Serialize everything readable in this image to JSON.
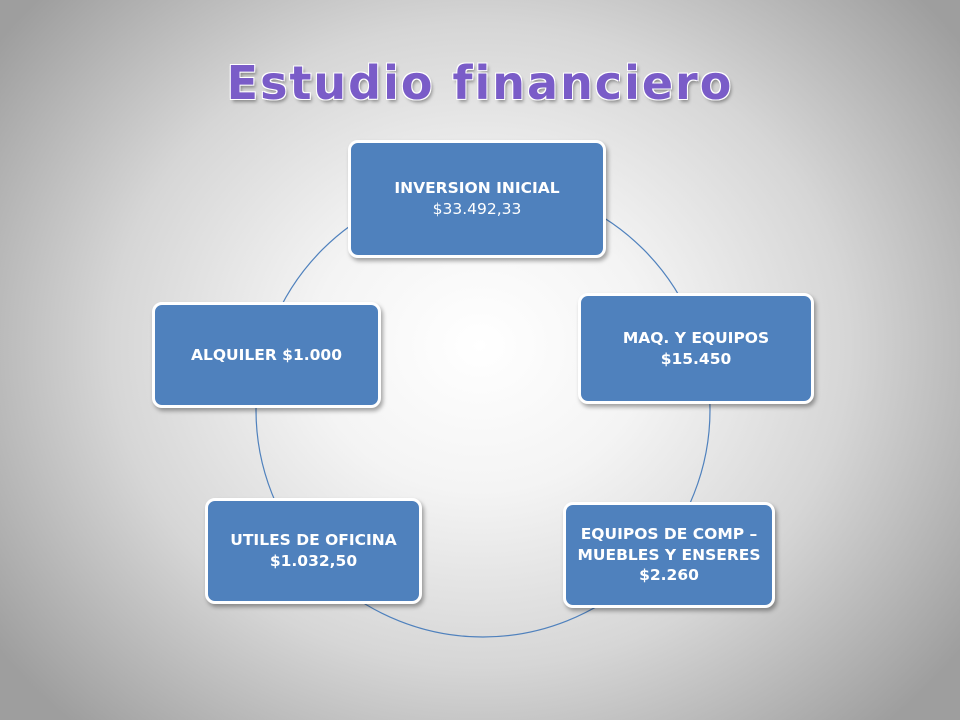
{
  "title": "Estudio financiero",
  "diagram": {
    "type": "cycle",
    "accent_color": "#4f81bd",
    "title_color": "#7a5cc8",
    "nodes": [
      {
        "label": "INVERSION INICIAL",
        "value": "$33.492,33"
      },
      {
        "label": "MAQ. Y EQUIPOS",
        "value": "$15.450"
      },
      {
        "label": "EQUIPOS DE COMP – MUEBLES Y ENSERES $2.260",
        "value": ""
      },
      {
        "label": "UTILES DE OFICINA",
        "value": "$1.032,50"
      },
      {
        "label": "ALQUILER $1.000",
        "value": ""
      }
    ]
  }
}
